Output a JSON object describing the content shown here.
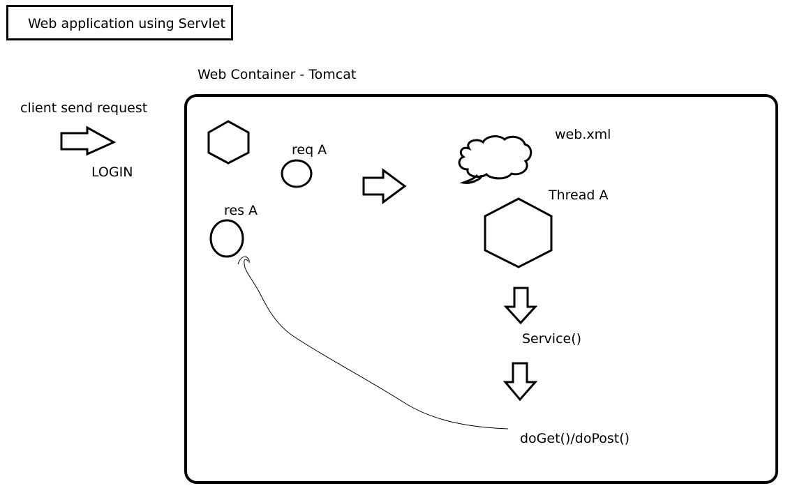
{
  "title": "Web application using Servlet",
  "container_label": "Web Container - Tomcat",
  "client_label": "client send request",
  "login_label": "LOGIN",
  "req_label": "req A",
  "res_label": "res A",
  "webxml_label": "web.xml",
  "thread_label": "Thread A",
  "service_label": "Service()",
  "doget_label": "doGet()/doPost()",
  "colors": {
    "stroke": "#000000",
    "background": "#ffffff"
  }
}
